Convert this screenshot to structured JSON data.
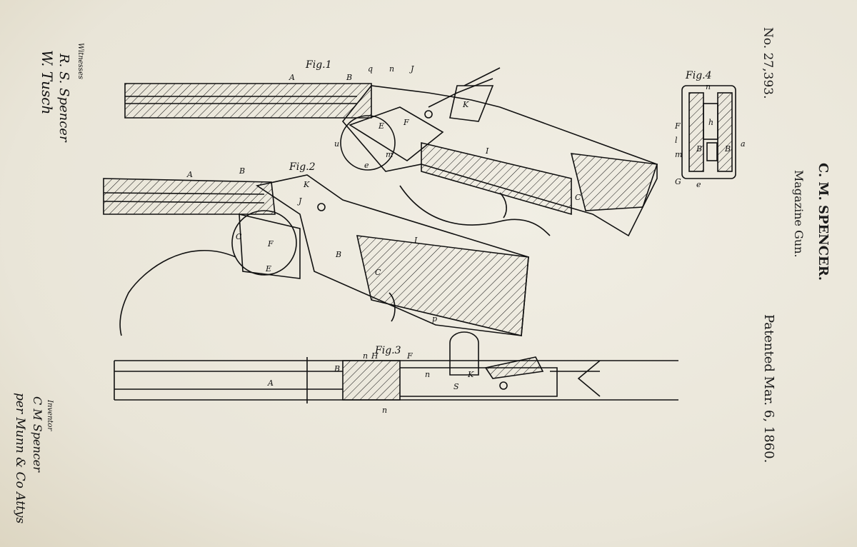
{
  "header": {
    "patent_number": "No. 27,393.",
    "inventor": "C. M. SPENCER.",
    "title": "Magazine Gun.",
    "date": "Patented Mar. 6, 1860."
  },
  "figures": {
    "fig1": "Fig.1",
    "fig2": "Fig.2",
    "fig3": "Fig.3",
    "fig4": "Fig.4"
  },
  "part_labels": {
    "fig1": [
      "A",
      "B",
      "q",
      "n",
      "J",
      "K",
      "E",
      "F",
      "I",
      "C",
      "u",
      "e",
      "m"
    ],
    "fig2": [
      "A",
      "B",
      "K",
      "J",
      "C",
      "E",
      "F",
      "B",
      "I",
      "C",
      "p"
    ],
    "fig3": [
      "A",
      "B",
      "n",
      "H",
      "F",
      "K",
      "n",
      "S",
      "n"
    ],
    "fig4": [
      "n",
      "F",
      "h",
      "B",
      "B",
      "l",
      "m",
      "a",
      "G",
      "e"
    ]
  },
  "signatures": {
    "witnesses_label": "Witnesses",
    "witness_1": "R. S. Spencer",
    "witness_2": "W. Tusch",
    "inventor_label": "Inventor",
    "inventor_sig": "C M Spencer",
    "attorney_sig": "per Munn & Co Attys"
  },
  "colors": {
    "paper": "#ece8dc",
    "ink": "#111111"
  }
}
